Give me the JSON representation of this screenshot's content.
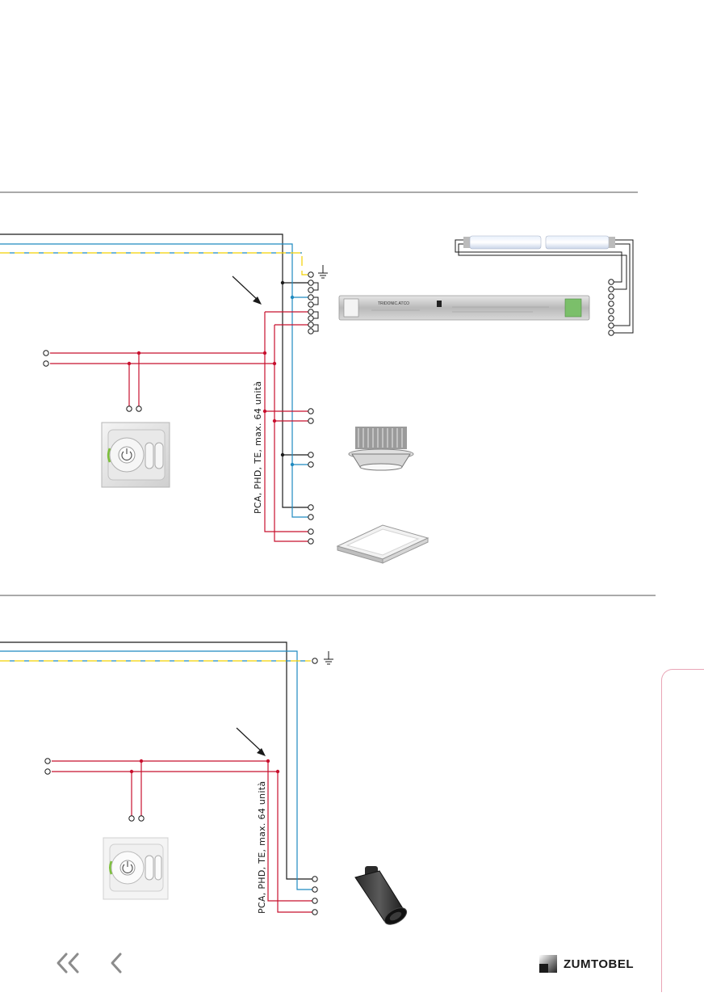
{
  "diagram": {
    "bus_label_top": "PCA, PHD, TE, max. 64 unità",
    "bus_label_bottom": "PCA, PHD, TE, max. 64 unità",
    "ballast_brand": "TRIDONIC.ATCO"
  },
  "nav": {
    "first_icon": "double-chevron-left-icon",
    "prev_icon": "chevron-left-icon"
  },
  "brand": {
    "name": "ZUMTOBEL",
    "icon": "zumtobel-logo-icon"
  },
  "colors": {
    "red": "#c8102e",
    "blue": "#1f8ac0",
    "black": "#1a1a1a",
    "yellow": "#f2d000",
    "accent_pink": "#e9a5b6",
    "nav_grey": "#8c8c8c"
  }
}
